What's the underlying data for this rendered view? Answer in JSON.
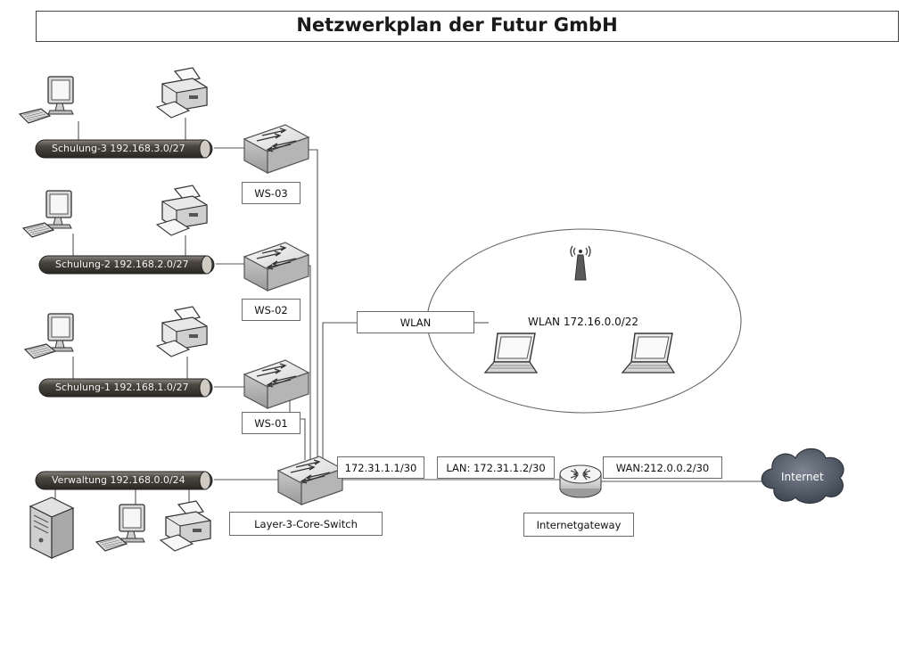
{
  "title": "Netzwerkplan der Futur GmbH",
  "segments": [
    {
      "id": "schulung-3",
      "label": "Schulung-3 192.168.3.0/27",
      "switch": "WS-03"
    },
    {
      "id": "schulung-2",
      "label": "Schulung-2 192.168.2.0/27",
      "switch": "WS-02"
    },
    {
      "id": "schulung-1",
      "label": "Schulung-1 192.168.1.0/27",
      "switch": "WS-01"
    },
    {
      "id": "verwaltung",
      "label": "Verwaltung 192.168.0.0/24"
    }
  ],
  "core_switch": {
    "label": "Layer-3-Core-Switch",
    "ip": "172.31.1.1/30"
  },
  "wlan": {
    "label": "WLAN",
    "network": "WLAN 172.16.0.0/22"
  },
  "gateway": {
    "label": "Internetgateway",
    "lan": "LAN: 172.31.1.2/30",
    "wan": "WAN:212.0.0.2/30"
  },
  "internet": {
    "label": "Internet"
  },
  "icons": [
    "monitor-icon",
    "keyboard-icon",
    "printer-icon",
    "switch-icon",
    "router-icon",
    "laptop-icon",
    "antenna-icon",
    "server-tower-icon",
    "cloud-icon"
  ],
  "colors": {
    "pipe": "#4a4640",
    "line": "#555555",
    "switch": "#e6e6e6",
    "cloud": "#5b6470"
  }
}
